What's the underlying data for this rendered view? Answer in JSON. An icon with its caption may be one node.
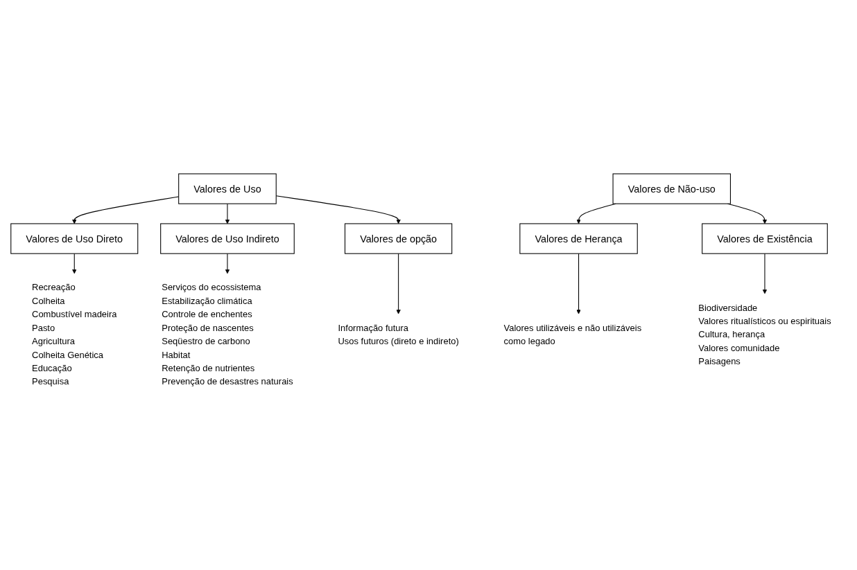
{
  "diagram": {
    "nodes": [
      {
        "text": [
          "Valores de Uso"
        ]
      },
      {
        "text": [
          "Valores de Uso Direto"
        ]
      },
      {
        "text": [
          "Valores de Uso Indireto"
        ]
      },
      {
        "text": [
          "Valores de opção"
        ]
      },
      {
        "text": [
          "Recreação",
          "Colheita",
          "Combustível madeira",
          "Pasto",
          "Agricultura",
          "Colheita Genética",
          "Educação",
          "Pesquisa"
        ]
      },
      {
        "text": [
          "Serviços do ecossistema",
          "Estabilização climática",
          "Controle de enchentes",
          "Proteção de nascentes",
          "Seqüestro de carbono",
          "Habitat",
          "Retenção de nutrientes",
          "Prevenção de desastres naturais"
        ]
      },
      {
        "text": [
          "Informação futura",
          "Usos futuros (direto e indireto)"
        ]
      },
      {
        "text": [
          "Valores de Não-uso"
        ]
      },
      {
        "text": [
          "Valores de Herança"
        ]
      },
      {
        "text": [
          "Valores de Existência"
        ]
      },
      {
        "text": [
          "Valores utilizáveis e não utilizáveis como legado"
        ]
      },
      {
        "text": [
          "Biodiversidade",
          "Valores ritualísticos ou espirituais",
          "Cultura, herança",
          "Valores comunidade",
          "Paisagens"
        ]
      }
    ],
    "edges": [
      {
        "from": 0,
        "to": 1,
        "arrow": "to"
      },
      {
        "from": 0,
        "to": 2,
        "arrow": "to"
      },
      {
        "from": 0,
        "to": 3,
        "arrow": "to"
      },
      {
        "from": 1,
        "to": 4,
        "arrow": "to"
      },
      {
        "from": 2,
        "to": 5,
        "arrow": "to"
      },
      {
        "from": 3,
        "to": 6,
        "arrow": "to"
      },
      {
        "from": 7,
        "to": 8,
        "arrow": "to"
      },
      {
        "from": 7,
        "to": 9,
        "arrow": "to"
      },
      {
        "from": 8,
        "to": 10,
        "arrow": "to"
      },
      {
        "from": 9,
        "to": 11,
        "arrow": "to"
      }
    ]
  }
}
